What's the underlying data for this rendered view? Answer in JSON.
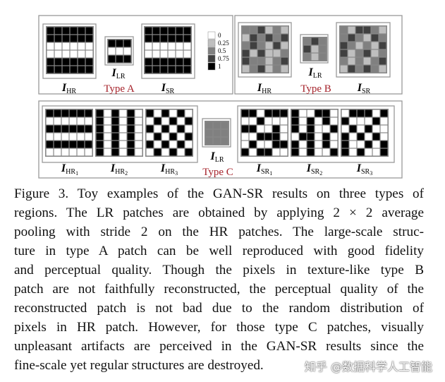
{
  "figure": {
    "legend": {
      "ticks": [
        "0",
        "0.25",
        "0.5",
        "0.75",
        "1"
      ]
    },
    "typeA": {
      "label": "Type A",
      "hr": [
        [
          1,
          1,
          1,
          1,
          1,
          1
        ],
        [
          1,
          1,
          1,
          1,
          1,
          1
        ],
        [
          0,
          0,
          0,
          0,
          0,
          0
        ],
        [
          0,
          0,
          0,
          0,
          0,
          0
        ],
        [
          1,
          1,
          1,
          1,
          1,
          1
        ],
        [
          1,
          1,
          1,
          1,
          1,
          1
        ]
      ],
      "lr": [
        [
          1,
          1,
          1
        ],
        [
          0,
          0,
          0
        ],
        [
          1,
          1,
          1
        ]
      ],
      "sr": [
        [
          1,
          1,
          1,
          1,
          1,
          1
        ],
        [
          1,
          1,
          1,
          1,
          1,
          1
        ],
        [
          0,
          0,
          0,
          0,
          0,
          0
        ],
        [
          0,
          0,
          0,
          0,
          0,
          0
        ],
        [
          1,
          1,
          1,
          1,
          1,
          1
        ],
        [
          1,
          1,
          1,
          1,
          1,
          1
        ]
      ]
    },
    "typeB": {
      "label": "Type B",
      "hr": [
        [
          0.5,
          0.5,
          0.75,
          0.25,
          0.5,
          0.25
        ],
        [
          0.25,
          0.75,
          0.5,
          0.75,
          0.5,
          0.75
        ],
        [
          0.5,
          0.75,
          0.5,
          0.25,
          0.75,
          0.25
        ],
        [
          0.75,
          0.25,
          0.75,
          0.25,
          0.25,
          0.5
        ],
        [
          0.75,
          0.5,
          0.5,
          0.25,
          0.5,
          0.75
        ],
        [
          0.25,
          0.5,
          0.75,
          0.25,
          0.5,
          0.25
        ]
      ],
      "lr": [
        [
          0.5,
          0.75,
          0.5
        ],
        [
          0.75,
          0.25,
          0.5
        ],
        [
          0.5,
          0.25,
          0.5
        ]
      ],
      "sr": [
        [
          0.5,
          0.25,
          0.75,
          0.75,
          0.5,
          0.25
        ],
        [
          0.5,
          0.75,
          0.5,
          0.25,
          0.75,
          0.5
        ],
        [
          0.75,
          0.5,
          0.25,
          0.5,
          0.25,
          0.75
        ],
        [
          0.75,
          0.25,
          0.5,
          0.75,
          0.25,
          0.5
        ],
        [
          0.5,
          0.25,
          0.5,
          0.25,
          0.5,
          0.75
        ],
        [
          0.25,
          0.75,
          0.5,
          0.75,
          0.5,
          0.25
        ]
      ]
    },
    "typeC": {
      "label": "Type C",
      "hr1": [
        [
          1,
          1,
          1,
          1,
          1,
          1
        ],
        [
          0,
          0,
          0,
          0,
          0,
          0
        ],
        [
          1,
          1,
          1,
          1,
          1,
          1
        ],
        [
          0,
          0,
          0,
          0,
          0,
          0
        ],
        [
          1,
          1,
          1,
          1,
          1,
          1
        ],
        [
          0,
          0,
          0,
          0,
          0,
          0
        ]
      ],
      "hr2": [
        [
          1,
          0,
          1,
          0,
          1,
          0
        ],
        [
          1,
          0,
          1,
          0,
          1,
          0
        ],
        [
          1,
          0,
          1,
          0,
          1,
          0
        ],
        [
          1,
          0,
          1,
          0,
          1,
          0
        ],
        [
          1,
          0,
          1,
          0,
          1,
          0
        ],
        [
          1,
          0,
          1,
          0,
          1,
          0
        ]
      ],
      "hr3": [
        [
          1,
          0,
          1,
          0,
          1,
          0
        ],
        [
          0,
          1,
          0,
          1,
          0,
          1
        ],
        [
          1,
          0,
          1,
          0,
          1,
          0
        ],
        [
          0,
          1,
          0,
          1,
          0,
          1
        ],
        [
          1,
          0,
          1,
          0,
          1,
          0
        ],
        [
          0,
          1,
          0,
          1,
          0,
          1
        ]
      ],
      "lr": [
        [
          0.5,
          0.5,
          0.5
        ],
        [
          0.5,
          0.5,
          0.5
        ],
        [
          0.5,
          0.5,
          0.5
        ]
      ],
      "sr1": [
        [
          1,
          1,
          0,
          1,
          1,
          1
        ],
        [
          0,
          0,
          1,
          0,
          0,
          0
        ],
        [
          1,
          1,
          0,
          0,
          1,
          0
        ],
        [
          0,
          0,
          1,
          1,
          1,
          0
        ],
        [
          0,
          1,
          0,
          0,
          1,
          1
        ],
        [
          1,
          0,
          1,
          1,
          0,
          0
        ]
      ],
      "sr2": [
        [
          1,
          0,
          0,
          1,
          1,
          0
        ],
        [
          1,
          0,
          1,
          0,
          1,
          0
        ],
        [
          1,
          0,
          1,
          0,
          0,
          1
        ],
        [
          0,
          1,
          1,
          0,
          1,
          0
        ],
        [
          1,
          0,
          1,
          0,
          1,
          0
        ],
        [
          1,
          0,
          1,
          0,
          0,
          1
        ]
      ],
      "sr3": [
        [
          0,
          1,
          1,
          1,
          0,
          1
        ],
        [
          1,
          0,
          0,
          0,
          1,
          0
        ],
        [
          0,
          1,
          0,
          1,
          0,
          0
        ],
        [
          1,
          0,
          1,
          0,
          1,
          0
        ],
        [
          1,
          0,
          0,
          1,
          0,
          1
        ],
        [
          1,
          0,
          1,
          0,
          0,
          1
        ]
      ]
    },
    "labels": {
      "I": "I",
      "HR": "HR",
      "LR": "LR",
      "SR": "SR"
    }
  },
  "caption": {
    "lines": [
      "Figure 3.  Toy examples of the GAN-SR results on three types of",
      "regions. The LR patches are obtained by applying 2 × 2 average",
      "pooling with stride 2 on the HR patches.  The large-scale struc-",
      "ture in type A patch can be well reproduced with good fidelity",
      "and perceptual quality.  Though the pixels in texture-like type B",
      "patch are not faithfully reconstructed, the perceptual quality of the",
      "reconstructed patch is not bad due to the random distribution of",
      "pixels in HR patch.  However, for those type C patches, visually",
      "unpleasant artifacts are perceived in the GAN-SR results since the",
      "fine-scale yet regular structures are destroyed."
    ]
  },
  "watermark": "知乎 @数据科学人工智能"
}
